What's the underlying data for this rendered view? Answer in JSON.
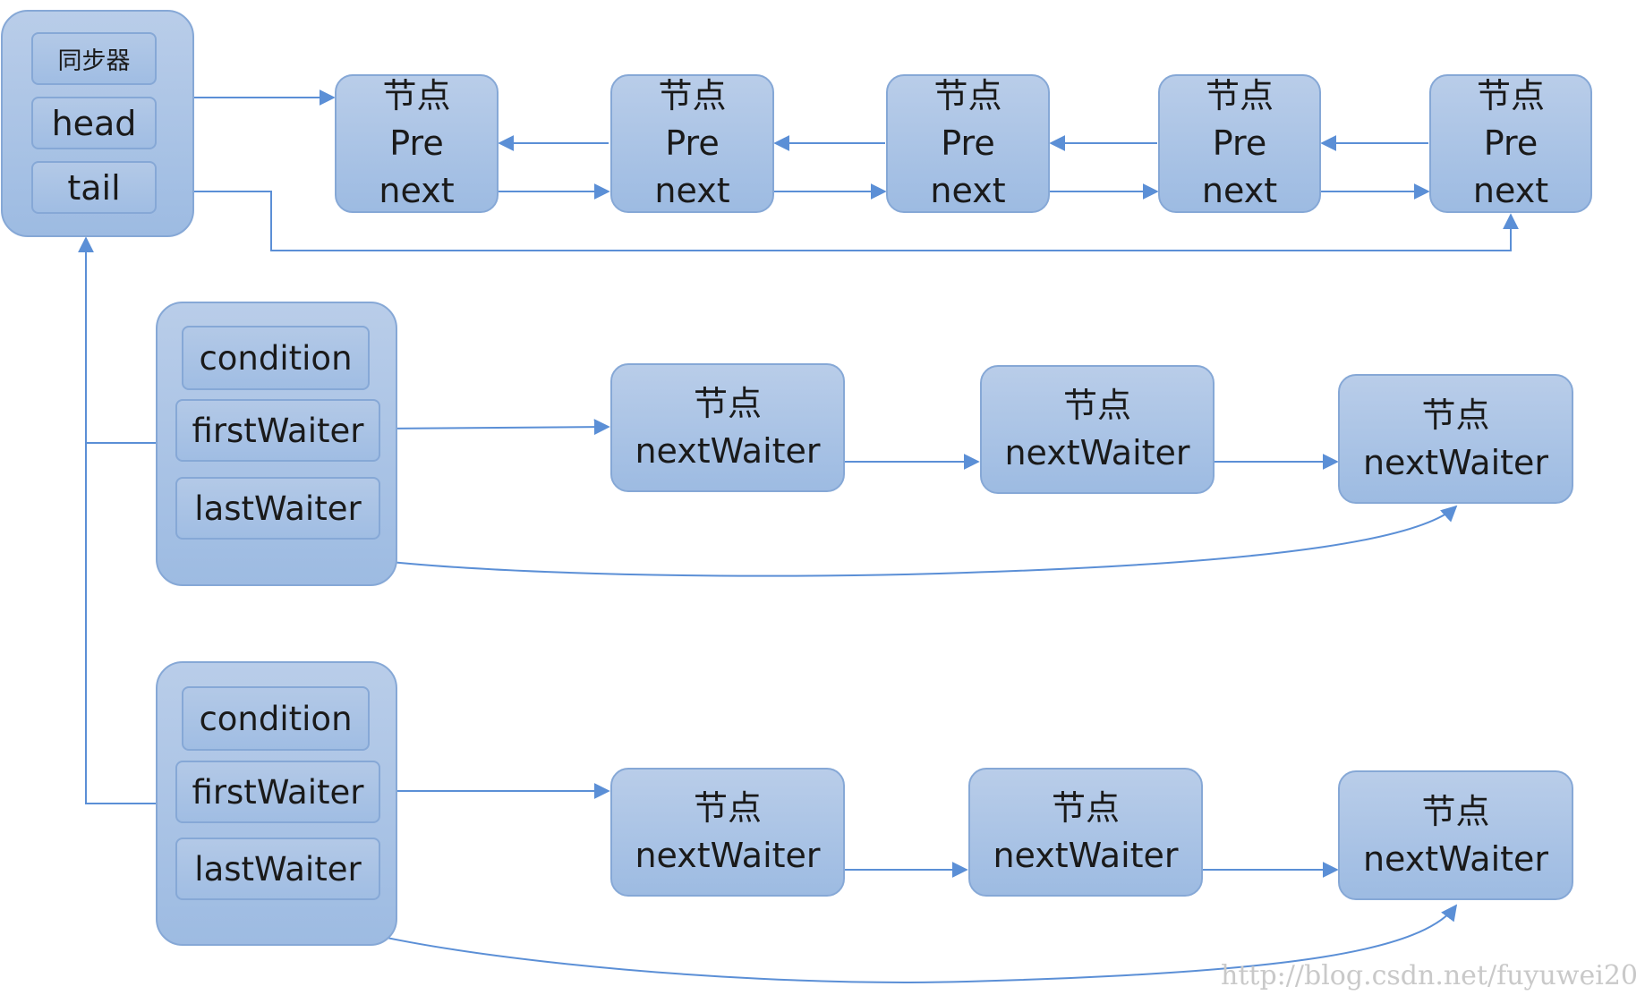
{
  "sync": {
    "title": "同步器",
    "head": "head",
    "tail": "tail"
  },
  "sync_nodes": [
    {
      "title": "节点",
      "pre": "Pre",
      "next": "next"
    },
    {
      "title": "节点",
      "pre": "Pre",
      "next": "next"
    },
    {
      "title": "节点",
      "pre": "Pre",
      "next": "next"
    },
    {
      "title": "节点",
      "pre": "Pre",
      "next": "next"
    },
    {
      "title": "节点",
      "pre": "Pre",
      "next": "next"
    }
  ],
  "conditions": [
    {
      "label": "condition",
      "first": "firstWaiter",
      "last": "lastWaiter",
      "nodes": [
        {
          "title": "节点",
          "next": "nextWaiter"
        },
        {
          "title": "节点",
          "next": "nextWaiter"
        },
        {
          "title": "节点",
          "next": "nextWaiter"
        }
      ]
    },
    {
      "label": "condition",
      "first": "firstWaiter",
      "last": "lastWaiter",
      "nodes": [
        {
          "title": "节点",
          "next": "nextWaiter"
        },
        {
          "title": "节点",
          "next": "nextWaiter"
        },
        {
          "title": "节点",
          "next": "nextWaiter"
        }
      ]
    }
  ],
  "watermark": "http://blog.csdn.net/fuyuwei20",
  "colors": {
    "line": "#5b8fd6",
    "box_fill": "#a9c3e6",
    "box_border": "#86a8d6"
  }
}
